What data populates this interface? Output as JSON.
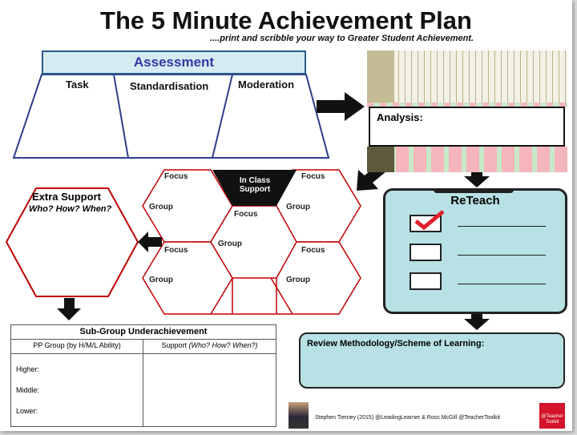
{
  "title": "The 5 Minute Achievement Plan",
  "subtitle": "....print and scribble your way to Greater Student Achievement.",
  "assessment": {
    "header": "Assessment",
    "columns": [
      "Task",
      "Standardisation",
      "Moderation"
    ]
  },
  "analysis": {
    "label": "Analysis:"
  },
  "honeycomb": {
    "center_label": "In Class Support",
    "focus": "Focus",
    "group": "Group"
  },
  "extra_support": {
    "title": "Extra Support",
    "subtitle": "Who? How? When?"
  },
  "reteach": {
    "title": "ReTeach"
  },
  "review": {
    "label": "Review Methodology/Scheme of Learning:"
  },
  "subgroup": {
    "title": "Sub-Group Underachievement",
    "col1": "PP  Group (by H/M/L Ability)",
    "col2_plain": "Support ",
    "col2_italic": "(Who? How? When?)",
    "rows": [
      "Higher:",
      "Middle:",
      "Lower:"
    ]
  },
  "footer": {
    "credit": "Stephen  Tierney  (2015)  @LeadingLearner   & Ross McGill @TeacherToolkit",
    "logo_text": "@Teacher Toolkit"
  },
  "colors": {
    "assessment_fill": "#d4ecf1",
    "assessment_text": "#3636a8",
    "reteach_fill": "#b7e1e4",
    "hex_stroke": "#c00000",
    "check": "#e0202a"
  }
}
